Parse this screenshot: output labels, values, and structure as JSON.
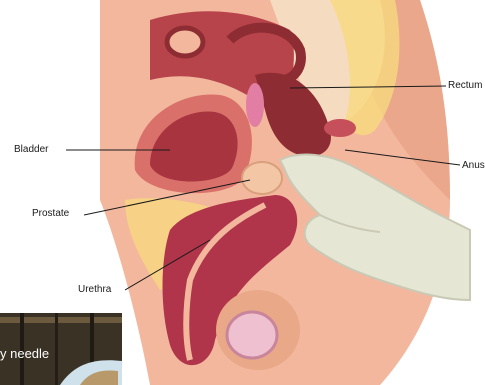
{
  "labels": {
    "bladder": "Bladder",
    "prostate": "Prostate",
    "urethra": "Urethra",
    "rectum": "Rectum",
    "anus": "Anus"
  },
  "thumbnail": {
    "caption": "y needle"
  },
  "colors": {
    "skin": "#f2b79d",
    "skin_shadow": "#e49a80",
    "bladder_wall": "#d9716a",
    "bladder_interior": "#a8343f",
    "rectum": "#8e2c33",
    "bone": "#f5dcc0",
    "fat": "#f8d97e",
    "glove": "#e6e6d4",
    "penis_tissue": "#b0344a"
  }
}
